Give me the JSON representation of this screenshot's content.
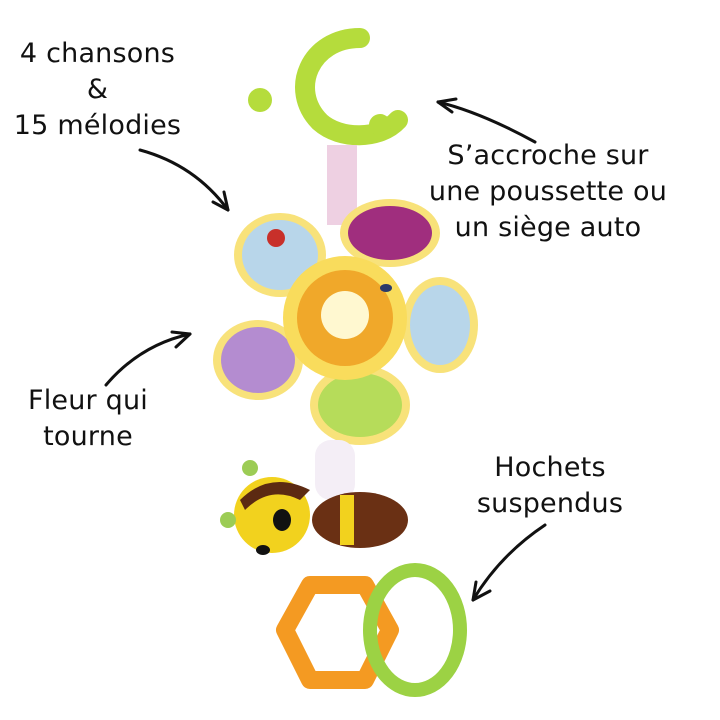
{
  "image": {
    "subject": "Baby stroller toy: spinning flower with bee and hanging rattles",
    "colors": {
      "clip": "#b5dc3c",
      "flower_yellow": "#f8e27a",
      "petal_purple_dark": "#a02e7e",
      "petal_blue": "#b8d6ea",
      "petal_lilac": "#b48cd0",
      "petal_green": "#b6dc5a",
      "bee_yellow": "#f2d21e",
      "bee_brown": "#5c2a12",
      "rattle_orange": "#f49a22",
      "rattle_green": "#9cd244"
    }
  },
  "annotations": {
    "songs": {
      "line1": "4 chansons",
      "line2": "&",
      "line3": "15 mélodies"
    },
    "hook": {
      "line1": "S’accroche sur",
      "line2": "une poussette ou",
      "line3": "un siège auto"
    },
    "flower": {
      "line1": "Fleur qui",
      "line2": "tourne"
    },
    "rattles": {
      "line1": "Hochets",
      "line2": "suspendus"
    }
  }
}
